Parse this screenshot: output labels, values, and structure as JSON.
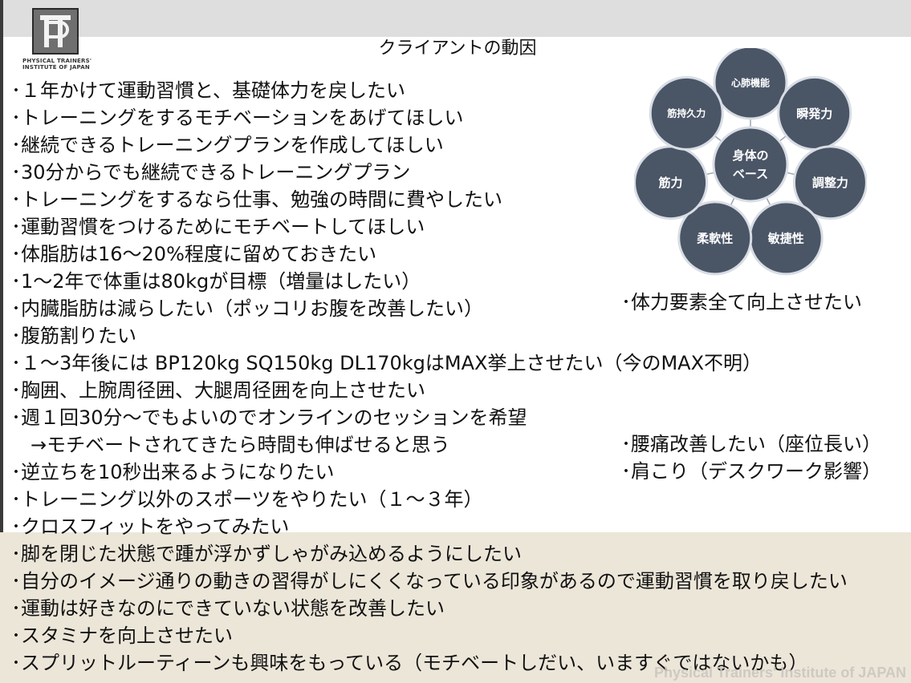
{
  "logo": {
    "text_line1": "PHYSICAL TRAINERS'",
    "text_line2": "INSTITUTE OF JAPAN"
  },
  "title": "クライアントの動因",
  "main_lines": [
    "･１年かけて運動習慣と、基礎体力を戻したい",
    "･トレーニングをするモチベーションをあげてほしい",
    "･継続できるトレーニングプランを作成してほしい",
    "･30分からでも継続できるトレーニングプラン",
    "･トレーニングをするなら仕事、勉強の時間に費やしたい",
    "･運動習慣をつけるためにモチベートしてほしい",
    "･体脂肪は16～20%程度に留めておきたい",
    "･1～2年で体重は80kgが目標（増量はしたい）",
    "･内臓脂肪は減らしたい（ポッコリお腹を改善したい）",
    "･腹筋割りたい",
    "･１～3年後には BP120kg SQ150kg DL170kgはMAX挙上させたい（今のMAX不明）",
    "･胸囲、上腕周径囲、大腿周径囲を向上させたい",
    "･週１回30分～でもよいのでオンラインのセッションを希望",
    "　→モチベートされてきたら時間も伸ばせると思う",
    "･逆立ちを10秒出来るようになりたい",
    "･トレーニング以外のスポーツをやりたい（１～３年）",
    "･クロスフィットをやってみたい",
    "･脚を閉じた状態で踵が浮かずしゃがみ込めるようにしたい",
    "･自分のイメージ通りの動きの習得がしにくくなっている印象があるので運動習慣を取り戻したい",
    "･運動は好きなのにできていない状態を改善したい",
    "･スタミナを向上させたい",
    "･スプリットルーティーンも興味をもっている（モチベートしだい、いますぐではないかも）"
  ],
  "diagram": {
    "center": [
      "身体の",
      "ベース"
    ],
    "elements": [
      "心肺機能",
      "瞬発力",
      "調整力",
      "敏捷性",
      "柔軟性",
      "筋力",
      "筋持久力"
    ],
    "circle_color": "#4a5566"
  },
  "side_note_fitness": "･体力要素全て向上させたい",
  "side_notes": [
    "･腰痛改善したい（座位長い）",
    "･肩こり（デスクワーク影響）"
  ],
  "watermark": "Physical Trainers' Institute of JAPAN"
}
